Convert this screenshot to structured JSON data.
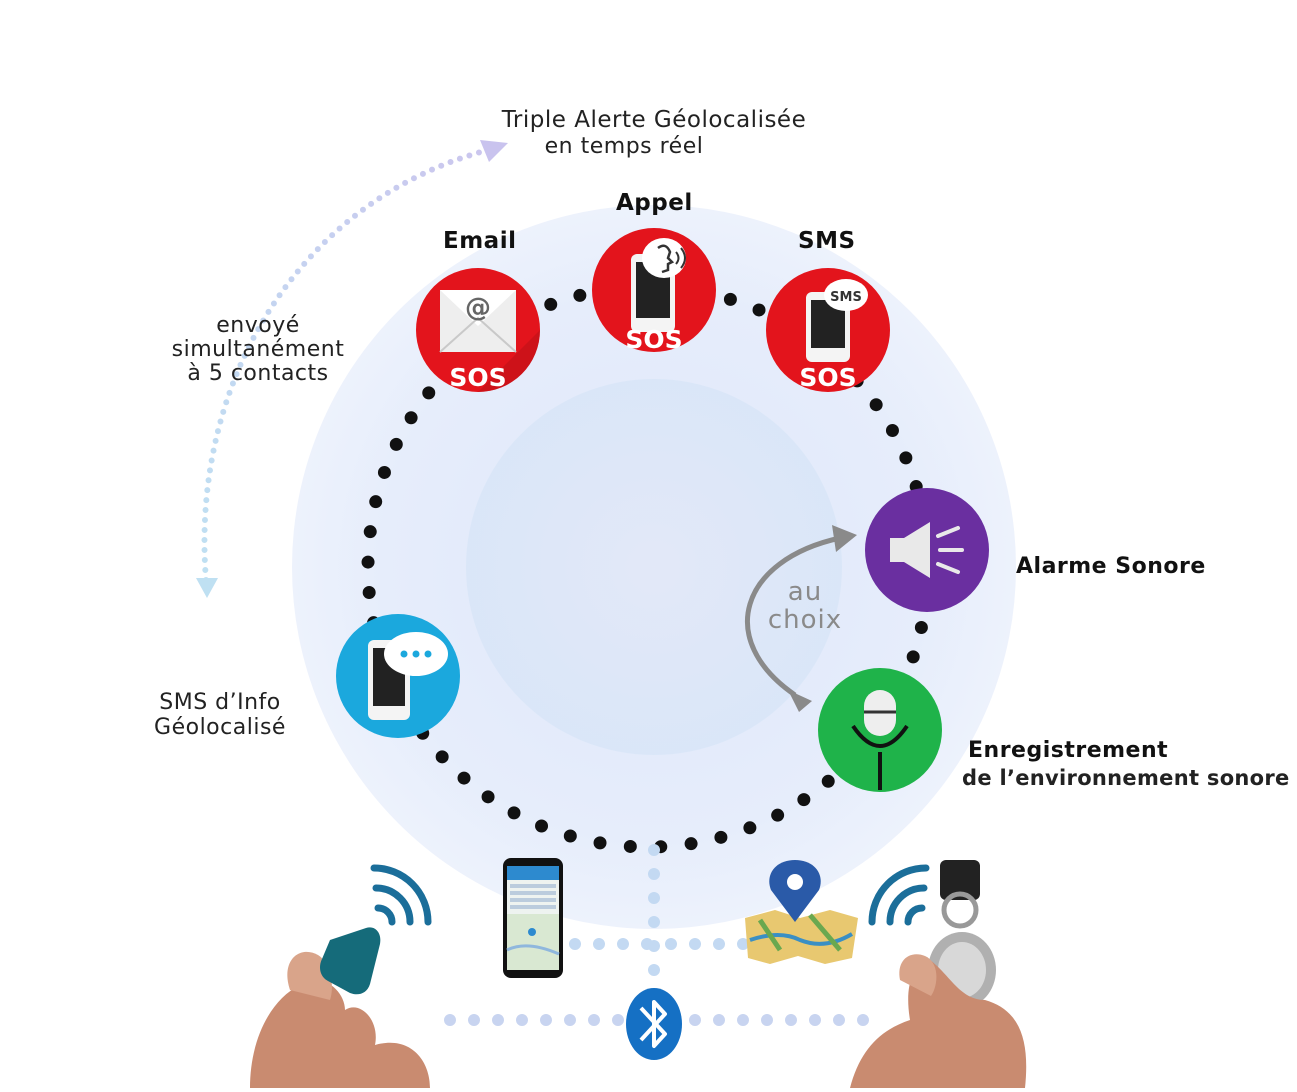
{
  "diagram": {
    "header_title": "Triple Alerte Géolocalisée",
    "header_subtitle": "en temps réel",
    "side_note_line1": "envoyé",
    "side_note_line2": "simultanément",
    "side_note_line3": "à 5 contacts",
    "choice_line1": "au",
    "choice_line2": "choix",
    "nodes": {
      "email": {
        "label": "Email",
        "badge": "SOS",
        "icon": "envelope-icon"
      },
      "call": {
        "label": "Appel",
        "badge": "SOS",
        "icon": "phone-speaking-icon"
      },
      "sms": {
        "label": "SMS",
        "badge": "SOS",
        "bubble": "SMS",
        "icon": "phone-sms-icon"
      },
      "alarm": {
        "label": "Alarme Sonore",
        "icon": "loudspeaker-icon"
      },
      "recording": {
        "label_line1": "Enregistrement",
        "label_line2": "de l’environnement sonore",
        "icon": "microphone-icon"
      },
      "info_sms": {
        "label_line1": "SMS d’Info",
        "label_line2": "Géolocalisé",
        "icon": "phone-chat-bubble-icon"
      }
    },
    "bottom": {
      "bluetooth_icon": "bluetooth-icon",
      "phone_icon": "smartphone-map-app-icon",
      "map_icon": "map-location-pin-icon",
      "wave_icon": "signal-wave-icon"
    },
    "colors": {
      "sos_red": "#e3141c",
      "alarm_purple": "#6a2fa0",
      "record_green": "#1fb34a",
      "info_blue": "#1ba8dd",
      "bluetooth_blue": "#1570c4",
      "wave_blue": "#1b6e9a"
    }
  }
}
